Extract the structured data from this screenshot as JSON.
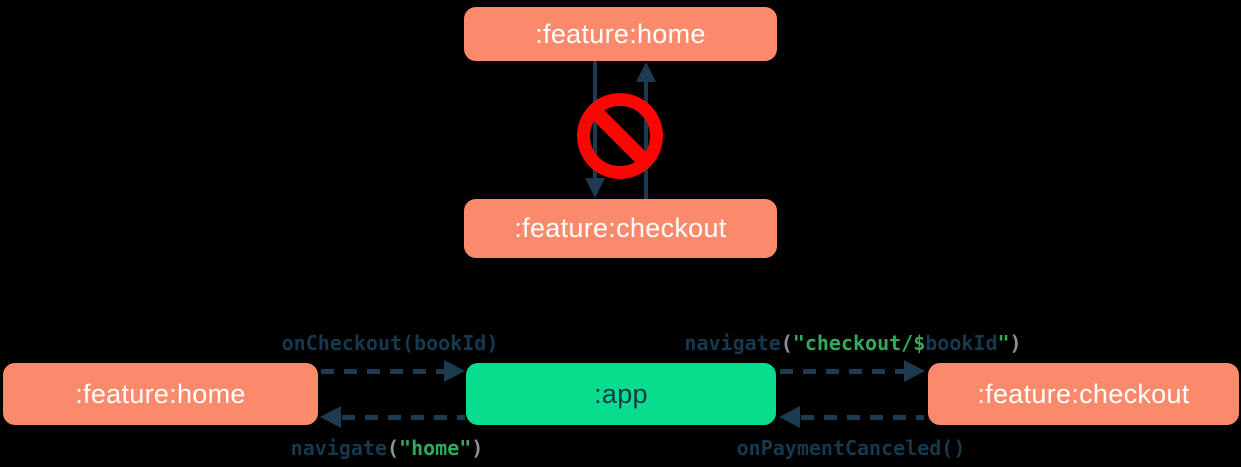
{
  "colors": {
    "bg": "#000000",
    "orange": "#fa8a6b",
    "green": "#08dd8d",
    "navy": "#1c3b50",
    "codenavy": "#17384d",
    "punct": "#8d9296",
    "str": "#33a95f",
    "red": "#fb0505",
    "boxtext": "#ffffff"
  },
  "top_diagram": {
    "home_box": ":feature:home",
    "checkout_box": ":feature:checkout",
    "no_entry_icon": "no-entry-sign",
    "arrows": [
      {
        "from": ":feature:home",
        "to": ":feature:checkout",
        "direction": "down"
      },
      {
        "from": ":feature:checkout",
        "to": ":feature:home",
        "direction": "up"
      }
    ]
  },
  "bottom_diagram": {
    "home_box": ":feature:home",
    "app_box": ":app",
    "checkout_box": ":feature:checkout",
    "arrows": [
      {
        "from": ":feature:home",
        "to": ":app",
        "label": "onCheckout(bookId)"
      },
      {
        "from": ":app",
        "to": ":feature:home",
        "label": "navigate(\"home\")"
      },
      {
        "from": ":app",
        "to": ":feature:checkout",
        "label": "navigate(\"checkout/$bookId\")"
      },
      {
        "from": ":feature:checkout",
        "to": ":app",
        "label": "onPaymentCanceled()"
      }
    ],
    "labels": {
      "on_checkout": {
        "segments": [
          {
            "t": "onCheckout(",
            "c": "plain"
          },
          {
            "t": "bookId",
            "c": "bold"
          },
          {
            "t": ")",
            "c": "plain"
          }
        ]
      },
      "navigate_home": {
        "segments": [
          {
            "t": "navigate",
            "c": "bold"
          },
          {
            "t": "(",
            "c": "punct"
          },
          {
            "t": "\"home\"",
            "c": "str"
          },
          {
            "t": ")",
            "c": "punct"
          }
        ]
      },
      "navigate_checkout": {
        "segments": [
          {
            "t": "navigate",
            "c": "bold"
          },
          {
            "t": "(",
            "c": "punct"
          },
          {
            "t": "\"checkout/$",
            "c": "str"
          },
          {
            "t": "bookId",
            "c": "bold"
          },
          {
            "t": "\"",
            "c": "str"
          },
          {
            "t": ")",
            "c": "punct"
          }
        ]
      },
      "on_payment_canceled": {
        "segments": [
          {
            "t": "onPaymentCanceled()",
            "c": "plain"
          }
        ]
      }
    }
  }
}
